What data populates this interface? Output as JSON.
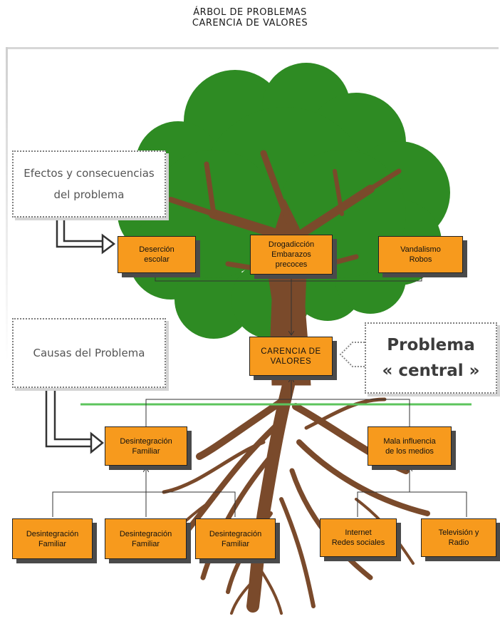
{
  "title": {
    "line1": "ÁRBOL DE PROBLEMAS",
    "line2": "CARENCIA DE VALORES"
  },
  "callouts": {
    "effects": {
      "line1": "Efectos y consecuencias",
      "line2": "del problema"
    },
    "causes": "Causas del Problema",
    "problem": {
      "line1": "Problema",
      "line2": "« central »"
    }
  },
  "effects": [
    {
      "lines": [
        "Deserción",
        "escolar"
      ]
    },
    {
      "lines": [
        "Drogadicción",
        "Embarazos",
        "precoces"
      ]
    },
    {
      "lines": [
        "Vandalismo",
        "Robos"
      ]
    }
  ],
  "central_problem": {
    "lines": [
      "CARENCIA  DE",
      "VALORES"
    ]
  },
  "causes": [
    {
      "lines": [
        "Desintegración",
        "Familiar"
      ]
    },
    {
      "lines": [
        "Mala influencia",
        "de los medios"
      ]
    }
  ],
  "sub_causes": [
    {
      "lines": [
        "Desintegración",
        "Familiar"
      ]
    },
    {
      "lines": [
        "Desintegración",
        "Familiar"
      ]
    },
    {
      "lines": [
        "Desintegración",
        "Familiar"
      ]
    },
    {
      "lines": [
        "Internet",
        "Redes sociales"
      ]
    },
    {
      "lines": [
        "Televisión y",
        "Radio"
      ]
    }
  ],
  "colors": {
    "box_fill": "#f79a1d",
    "foliage": "#2e8b23",
    "trunk": "#7a4a2b",
    "ground_line": "#5cc45c"
  }
}
